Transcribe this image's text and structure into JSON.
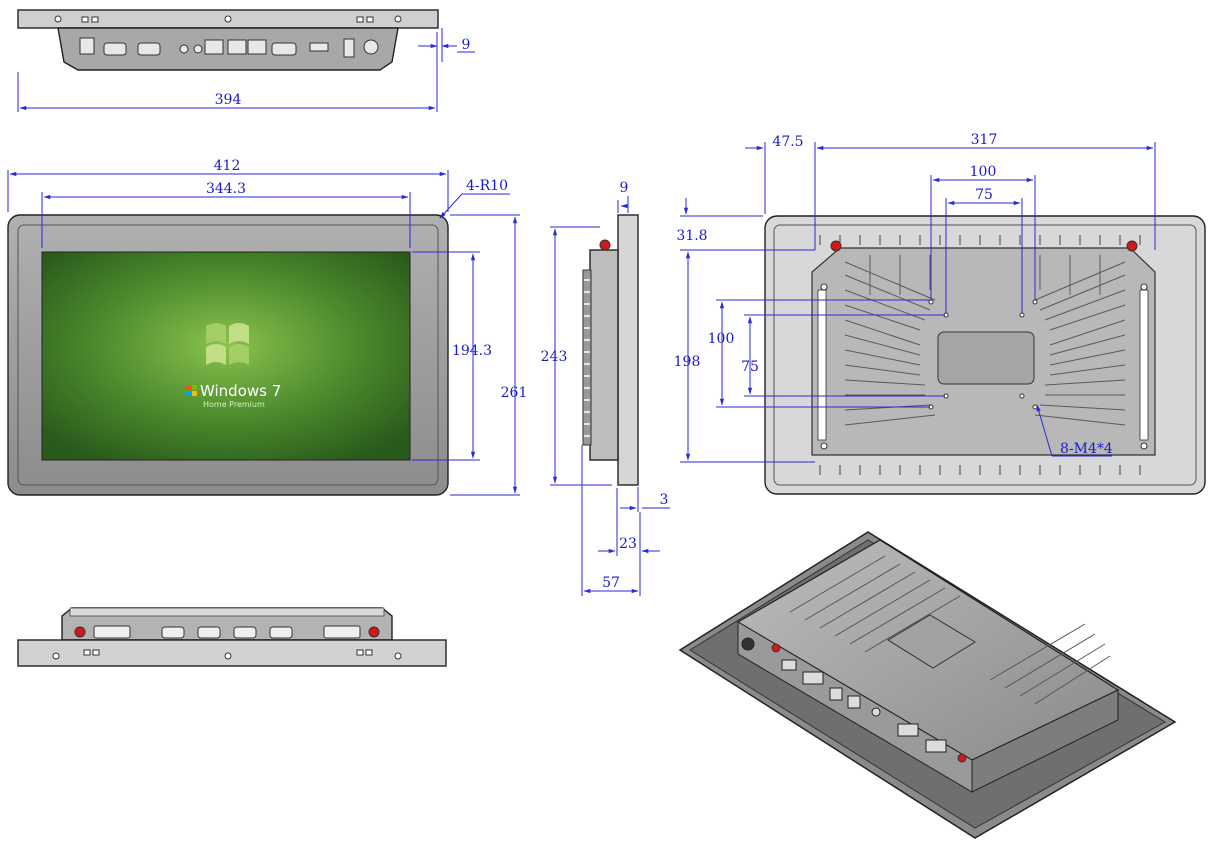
{
  "dimensions": {
    "top_width": "394",
    "top_depth": "9",
    "front_width": "412",
    "screen_width": "344.3",
    "corner_radius": "4-R10",
    "screen_height": "194.3",
    "front_height": "261",
    "side_top": "9",
    "side_height": "243",
    "side_bezel": "3",
    "side_body": "23",
    "side_total": "57",
    "back_left_offset": "47.5",
    "back_hole_span": "317",
    "vesa_100_h": "100",
    "vesa_75_h": "75",
    "back_top_offset": "31.8",
    "back_hole_height": "198",
    "vesa_100_v": "100",
    "vesa_75_v": "75",
    "screw_spec": "8-M4*4"
  },
  "screen": {
    "os_title": "Windows 7",
    "os_edition": "Home Premium"
  },
  "colors": {
    "dimension": "#1a1acc",
    "bezel": "#9a9a9a",
    "screen_green": "#3f7a28",
    "heatsink": "#b8b8b8",
    "red_knob": "#d41818"
  }
}
